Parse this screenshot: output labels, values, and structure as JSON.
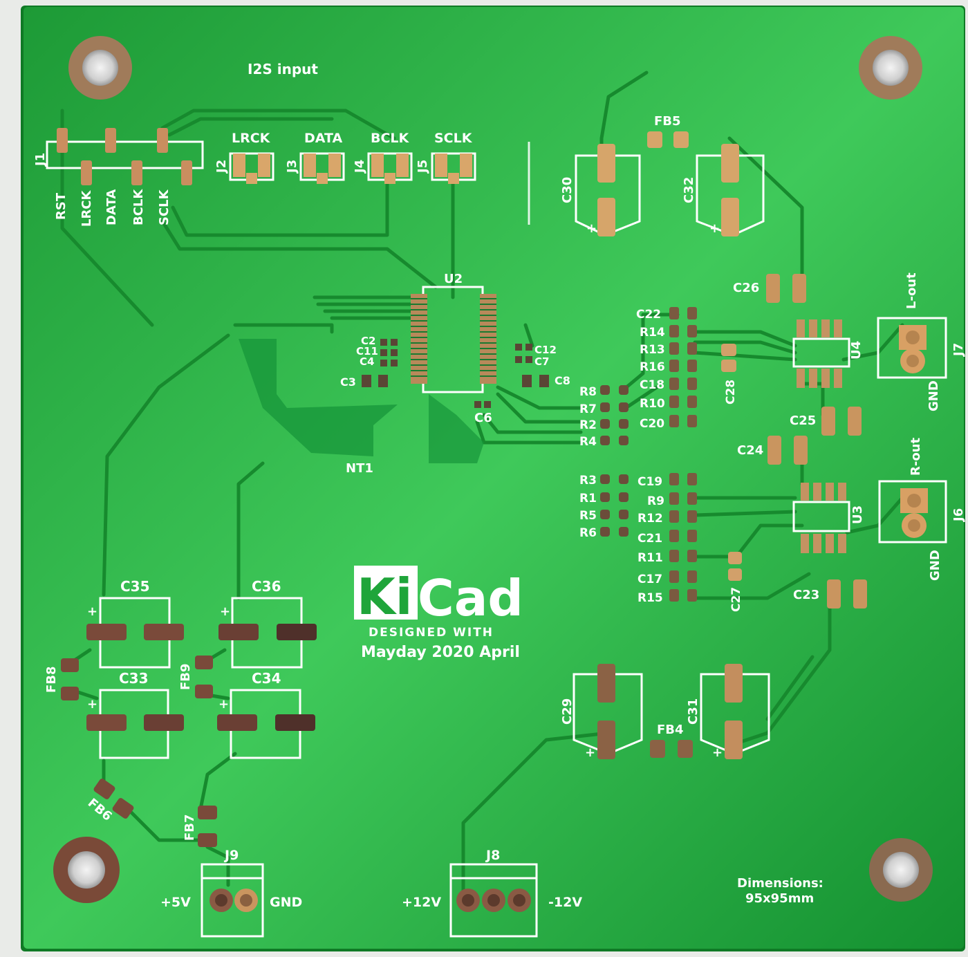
{
  "board": {
    "colors": {
      "soldermask": "#1fa53a",
      "soldermask_light": "#3fc95a",
      "trace": "#148a2c",
      "pad_gold": "#d7a56b",
      "pad_dark": "#6d4a3a",
      "silkscreen": "#ffffff",
      "hole_ring": "#a57d5c"
    },
    "texts": {
      "i2s_title": "I2S input",
      "j1": "J1",
      "pins": [
        "RST",
        "LRCK",
        "DATA",
        "BCLK",
        "SCLK"
      ],
      "connectors_top": [
        {
          "ref": "J2",
          "label": "LRCK"
        },
        {
          "ref": "J3",
          "label": "DATA"
        },
        {
          "ref": "J4",
          "label": "BCLK"
        },
        {
          "ref": "J5",
          "label": "SCLK"
        }
      ],
      "u2": "U2",
      "nt1": "NT1",
      "caps_u2_left": [
        "C2",
        "C11",
        "C4",
        "C3"
      ],
      "caps_u2_right": [
        "C12",
        "C7",
        "C8"
      ],
      "c6": "C6",
      "res_left_top": [
        "R8",
        "R7",
        "R2",
        "R4"
      ],
      "res_left_bottom": [
        "R3",
        "R1",
        "R5",
        "R6"
      ],
      "filter_top": [
        "C22",
        "R14",
        "R13",
        "R16",
        "C18",
        "R10",
        "C20"
      ],
      "filter_bottom": [
        "C19",
        "R9",
        "R12",
        "C21",
        "R11",
        "C17",
        "R15"
      ],
      "c28": "C28",
      "c27": "C27",
      "c26": "C26",
      "c25": "C25",
      "c24": "C24",
      "c23": "C23",
      "u4": "U4",
      "u3": "U3",
      "j7": "J7",
      "j6": "J6",
      "l_out": "L-out",
      "r_out": "R-out",
      "gnd_right_top": "GND",
      "gnd_right_bottom": "GND",
      "fb5": "FB5",
      "c30": "C30",
      "c32": "C32",
      "fb4": "FB4",
      "c29": "C29",
      "c31": "C31",
      "c35": "C35",
      "c36": "C36",
      "c33": "C33",
      "c34": "C34",
      "fb8": "FB8",
      "fb9": "FB9",
      "fb6": "FB6",
      "fb7": "FB7",
      "j9": "J9",
      "j8": "J8",
      "plus5v": "+5V",
      "gnd_j9": "GND",
      "plus12v": "+12V",
      "minus12v": "-12V",
      "plus_sign": "+",
      "kicad_logo_ki": "Ki",
      "kicad_logo_cad": "Cad",
      "designed_with": "DESIGNED WITH",
      "author_line": "Mayday 2020 April",
      "dimensions_title": "Dimensions:",
      "dimensions_value": "95x95mm"
    }
  }
}
